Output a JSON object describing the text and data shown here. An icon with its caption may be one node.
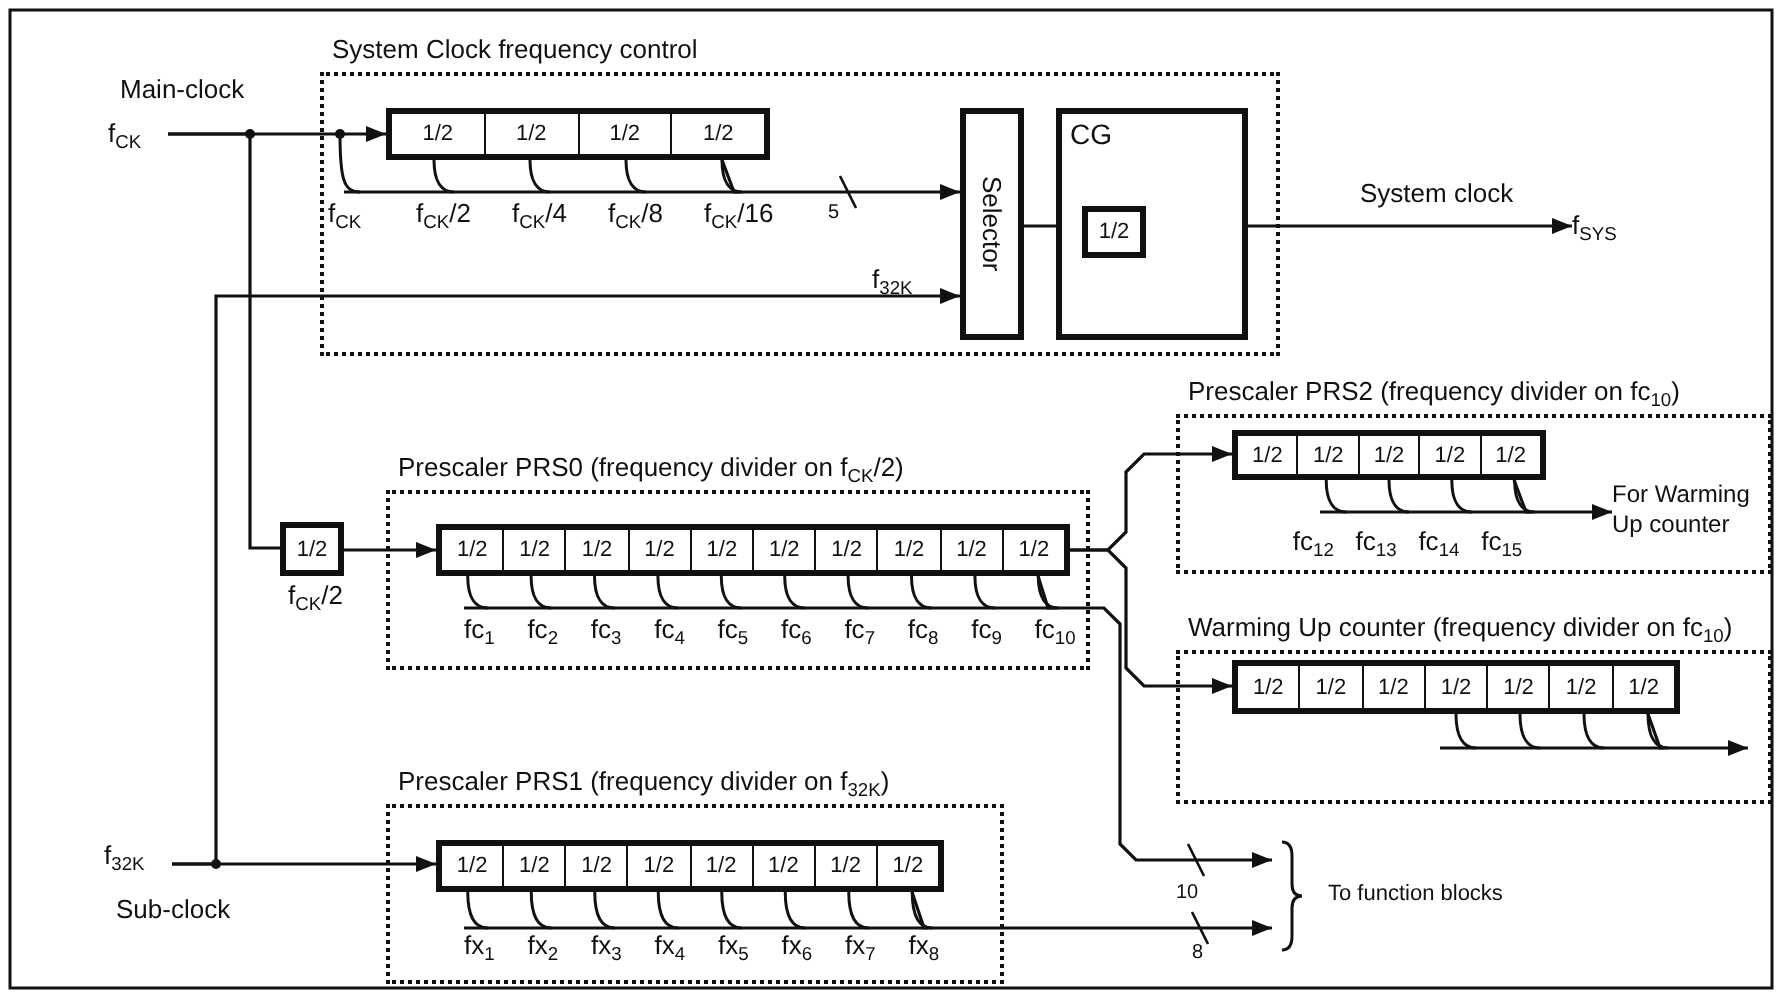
{
  "diagram": {
    "nodes": [
      {
        "text": [
          "System Clock frequency control"
        ]
      },
      {
        "text": [
          "1/2",
          "1/2",
          "1/2",
          "1/2"
        ],
        "in": 0,
        "beside": [
          "f$_{CK}$",
          "f$_{CK}$/2",
          "f$_{CK}$/4",
          "f$_{CK}$/8",
          "f$_{CK}$/16"
        ]
      },
      {
        "text": [
          "Selector"
        ],
        "in": 0
      },
      {
        "text": [
          "CG"
        ],
        "in": 0
      },
      {
        "text": [
          "1/2"
        ],
        "in": 3
      },
      {
        "text": [
          "f$_{CK}$"
        ],
        "beside": [
          "Main-clock"
        ]
      },
      {
        "text": [
          "f$_{32K}$"
        ],
        "beside": [
          "Sub-clock"
        ]
      },
      {
        "text": [
          "1/2"
        ],
        "beside": [
          "f$_{CK}$/2"
        ]
      },
      {
        "text": [
          "Prescaler PRS0 (frequency divider on f$_{CK}$/2)"
        ]
      },
      {
        "text": [
          "1/2",
          "1/2",
          "1/2",
          "1/2",
          "1/2",
          "1/2",
          "1/2",
          "1/2",
          "1/2",
          "1/2"
        ],
        "in": 8,
        "beside": [
          "fc$_{1}$",
          "fc$_{2}$",
          "fc$_{3}$",
          "fc$_{4}$",
          "fc$_{5}$",
          "fc$_{6}$",
          "fc$_{7}$",
          "fc$_{8}$",
          "fc$_{9}$",
          "fc$_{10}$"
        ]
      },
      {
        "text": [
          "Prescaler PRS2 (frequency divider on fc$_{10}$)"
        ]
      },
      {
        "text": [
          "1/2",
          "1/2",
          "1/2",
          "1/2",
          "1/2"
        ],
        "in": 10,
        "beside": [
          "fc$_{12}$",
          "fc$_{13}$",
          "fc$_{14}$",
          "fc$_{15}$"
        ]
      },
      {
        "text": [
          "For Warming Up counter"
        ],
        "in": 10
      },
      {
        "text": [
          "Warming Up counter (frequency divider on fc$_{10}$)"
        ]
      },
      {
        "text": [
          "1/2",
          "1/2",
          "1/2",
          "1/2",
          "1/2",
          "1/2",
          "1/2"
        ],
        "in": 13
      },
      {
        "text": [
          "Prescaler PRS1 (frequency divider on f$_{32K}$)"
        ]
      },
      {
        "text": [
          "1/2",
          "1/2",
          "1/2",
          "1/2",
          "1/2",
          "1/2",
          "1/2",
          "1/2"
        ],
        "in": 15,
        "beside": [
          "fx$_{1}$",
          "fx$_{2}$",
          "fx$_{3}$",
          "fx$_{4}$",
          "fx$_{5}$",
          "fx$_{6}$",
          "fx$_{7}$",
          "fx$_{8}$"
        ]
      },
      {
        "text": [
          "To function blocks"
        ]
      },
      {
        "text": [
          "f$_{SYS}$"
        ]
      }
    ],
    "edges": [
      {
        "from": 5,
        "to": 1,
        "arrow": "to"
      },
      {
        "from": 1,
        "to": 2,
        "arrow": "to",
        "label": "5"
      },
      {
        "from": 6,
        "to": 2,
        "arrow": "to",
        "label": "f$_{32K}$"
      },
      {
        "from": 5,
        "to": 7,
        "arrow": "none"
      },
      {
        "from": 7,
        "to": 9,
        "arrow": "to"
      },
      {
        "from": 2,
        "to": 4,
        "arrow": "none"
      },
      {
        "from": 4,
        "to": 18,
        "arrow": "to",
        "label": "System clock"
      },
      {
        "from": 9,
        "to": 11,
        "arrow": "to"
      },
      {
        "from": 9,
        "to": 14,
        "arrow": "to"
      },
      {
        "from": 11,
        "to": 12,
        "arrow": "to"
      },
      {
        "from": 14,
        "to": null,
        "arrow": "to"
      },
      {
        "from": 9,
        "to": 17,
        "arrow": "to",
        "label": "10"
      },
      {
        "from": 16,
        "to": 17,
        "arrow": "to",
        "label": "8"
      },
      {
        "from": 6,
        "to": 16,
        "arrow": "to"
      }
    ]
  }
}
